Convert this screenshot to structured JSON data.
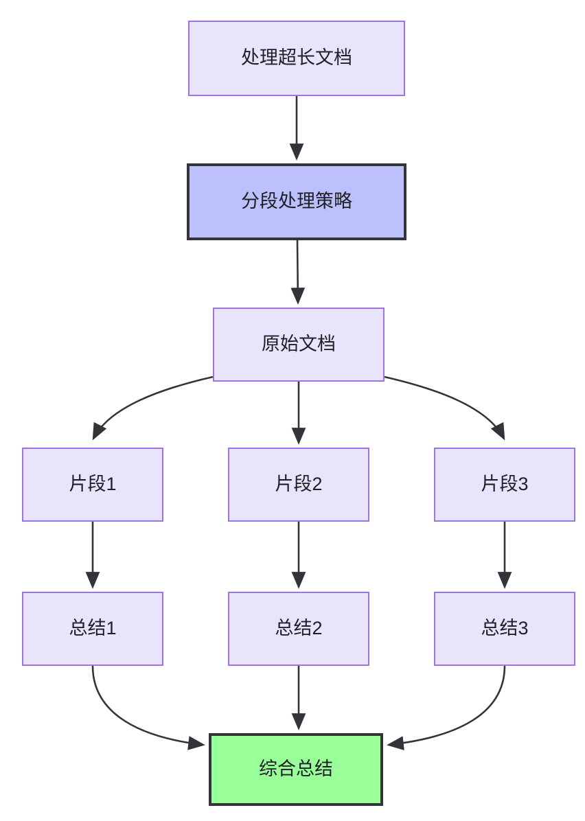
{
  "diagram": {
    "type": "flowchart",
    "direction": "top-down",
    "background_color": "#ffffff",
    "palette": {
      "plain_fill": "#e8e4fb",
      "plain_stroke": "#9f74e0",
      "emphasis_fill": "#bcc0fc",
      "emphasis_stroke": "#33333a",
      "result_fill": "#99ff99",
      "result_stroke": "#33333a",
      "edge_stroke": "#33333a",
      "text_color": "#1f1f26"
    },
    "nodes": [
      {
        "id": "root",
        "label": "处理超长文档",
        "style": "plain"
      },
      {
        "id": "strategy",
        "label": "分段处理策略",
        "style": "emphasis"
      },
      {
        "id": "source",
        "label": "原始文档",
        "style": "plain"
      },
      {
        "id": "chunk1",
        "label": "片段1",
        "style": "plain"
      },
      {
        "id": "chunk2",
        "label": "片段2",
        "style": "plain"
      },
      {
        "id": "chunk3",
        "label": "片段3",
        "style": "plain"
      },
      {
        "id": "summary1",
        "label": "总结1",
        "style": "plain"
      },
      {
        "id": "summary2",
        "label": "总结2",
        "style": "plain"
      },
      {
        "id": "summary3",
        "label": "总结3",
        "style": "plain"
      },
      {
        "id": "final",
        "label": "综合总结",
        "style": "result"
      }
    ],
    "edges": [
      {
        "from": "root",
        "to": "strategy",
        "shape": "straight"
      },
      {
        "from": "strategy",
        "to": "source",
        "shape": "straight"
      },
      {
        "from": "source",
        "to": "chunk1",
        "shape": "curved"
      },
      {
        "from": "source",
        "to": "chunk2",
        "shape": "straight"
      },
      {
        "from": "source",
        "to": "chunk3",
        "shape": "curved"
      },
      {
        "from": "chunk1",
        "to": "summary1",
        "shape": "straight"
      },
      {
        "from": "chunk2",
        "to": "summary2",
        "shape": "straight"
      },
      {
        "from": "chunk3",
        "to": "summary3",
        "shape": "straight"
      },
      {
        "from": "summary1",
        "to": "final",
        "shape": "curved"
      },
      {
        "from": "summary2",
        "to": "final",
        "shape": "straight"
      },
      {
        "from": "summary3",
        "to": "final",
        "shape": "curved"
      }
    ]
  }
}
